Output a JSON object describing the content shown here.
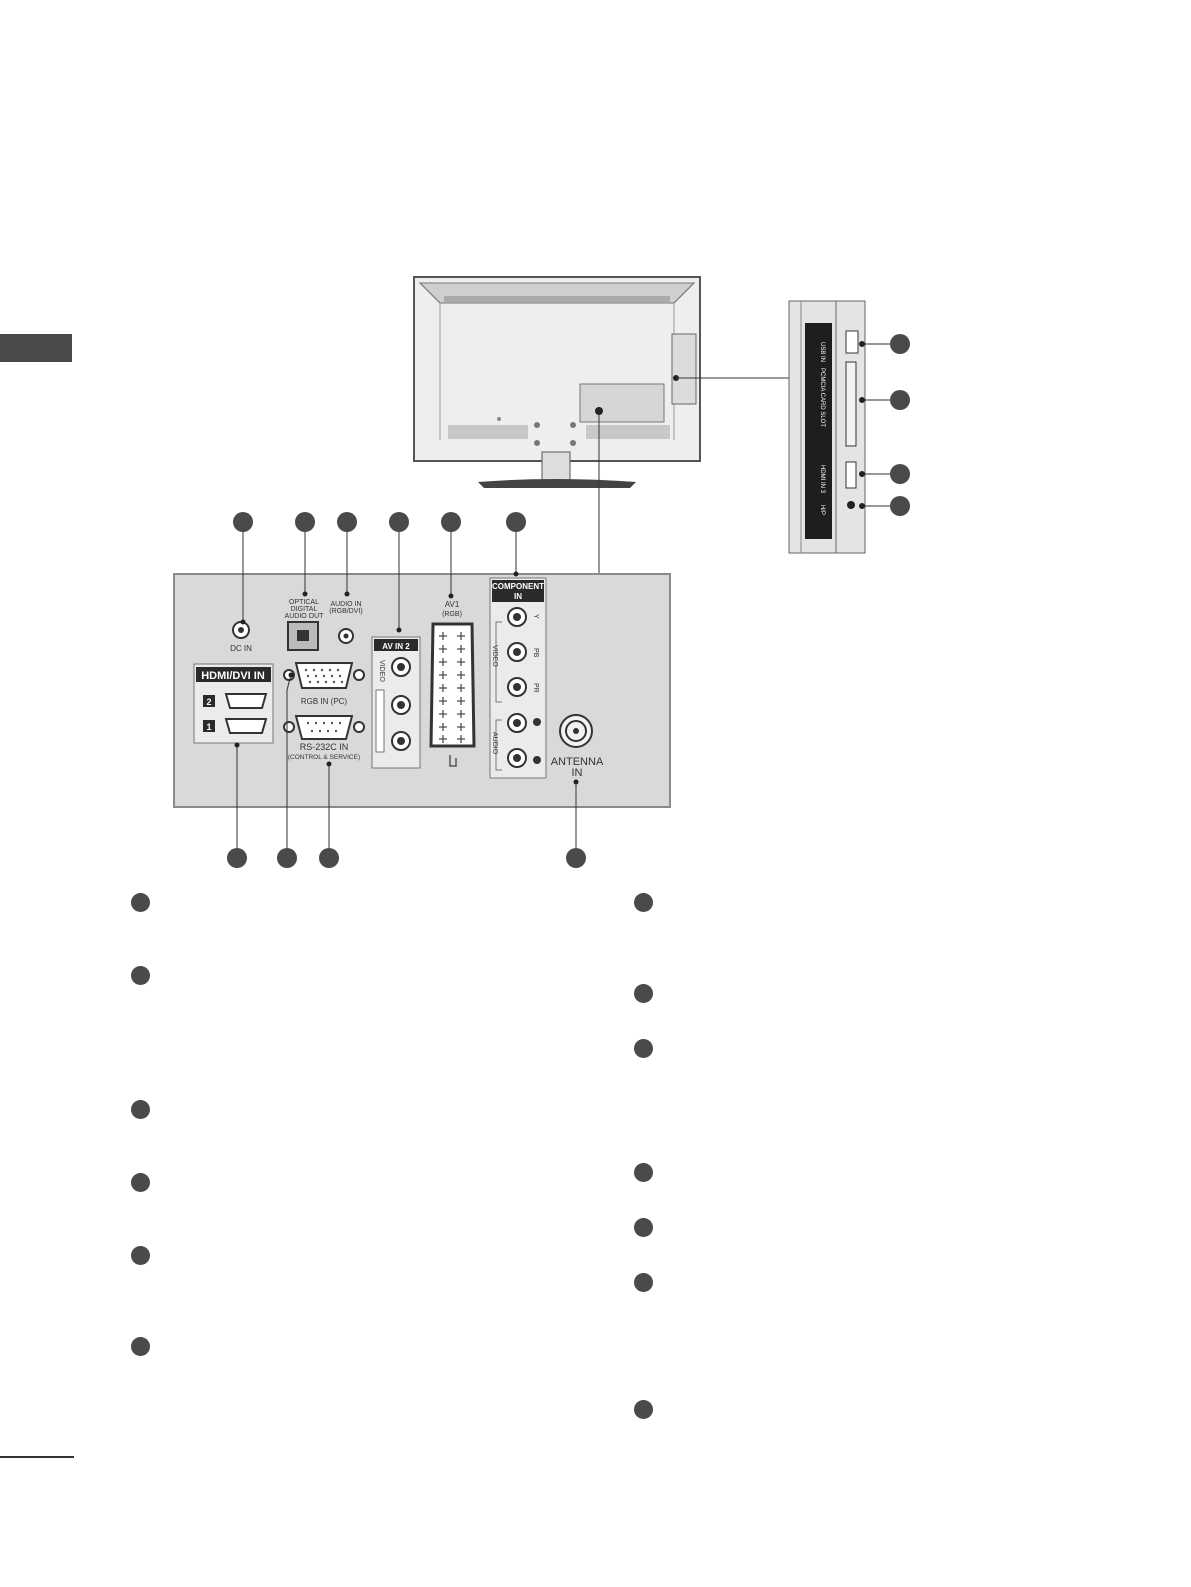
{
  "labels": {
    "dc_in": "DC IN",
    "optical_1": "OPTICAL",
    "optical_2": "DIGITAL",
    "optical_3": "AUDIO OUT",
    "audio_in_1": "AUDIO IN",
    "audio_in_2": "(RGB/DVI)",
    "av1_1": "AV1",
    "av1_2": "(RGB)",
    "component_1": "COMPONENT",
    "component_2": "IN",
    "hdmi_dvi_in": "HDMI/DVI IN",
    "hdmi_port_2": "2",
    "hdmi_port_1": "1",
    "rgb_in": "RGB IN (PC)",
    "rs232c_in": "RS-232C IN",
    "rs232c_sub": "(CONTROL & SERVICE)",
    "av_in_2": "AV IN 2",
    "av_in_2_side": "VIDEO",
    "component_video": "VIDEO",
    "component_audio": "AUDIO",
    "comp_y": "Y",
    "comp_pb": "PB",
    "comp_pr": "PR",
    "antenna_1": "ANTENNA",
    "antenna_2": "IN",
    "side_usb": "USB IN",
    "side_pcmcia": "PCMCIA CARD SLOT",
    "side_hdmi": "HDMI IN 3",
    "side_hp": "H/P"
  },
  "colors": {
    "callout": "#4a4a4a",
    "panel": "#d9d9d9",
    "panel_border": "#8a8a8a",
    "port_box": "#ebebeb"
  }
}
